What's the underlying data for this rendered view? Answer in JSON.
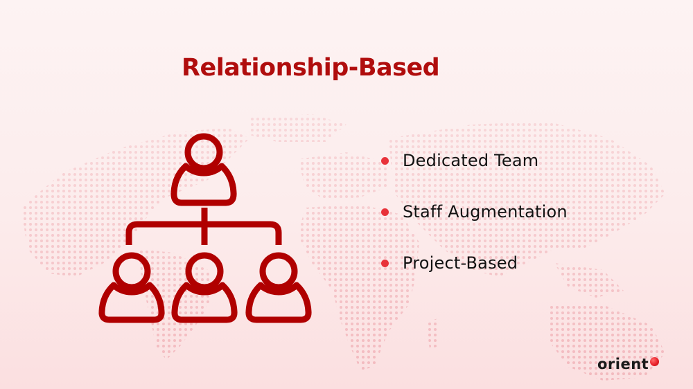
{
  "slide": {
    "title": "Relationship-Based",
    "bullets": [
      {
        "label": "Dedicated Team"
      },
      {
        "label": "Staff Augmentation"
      },
      {
        "label": "Project-Based"
      }
    ],
    "illustration": "org-chart-icon",
    "background": "dotted-world-map"
  },
  "brand": {
    "logo_text": "orient",
    "logo_icon": "red-sphere-icon"
  },
  "colors": {
    "title": "#b00d0d",
    "icon_stroke": "#b00000",
    "bullet_dot": "#e8323a",
    "text": "#111111",
    "map_dots": "#f4c3c6",
    "background_top": "#fdf3f3",
    "background_bottom": "#fbdfe0"
  }
}
